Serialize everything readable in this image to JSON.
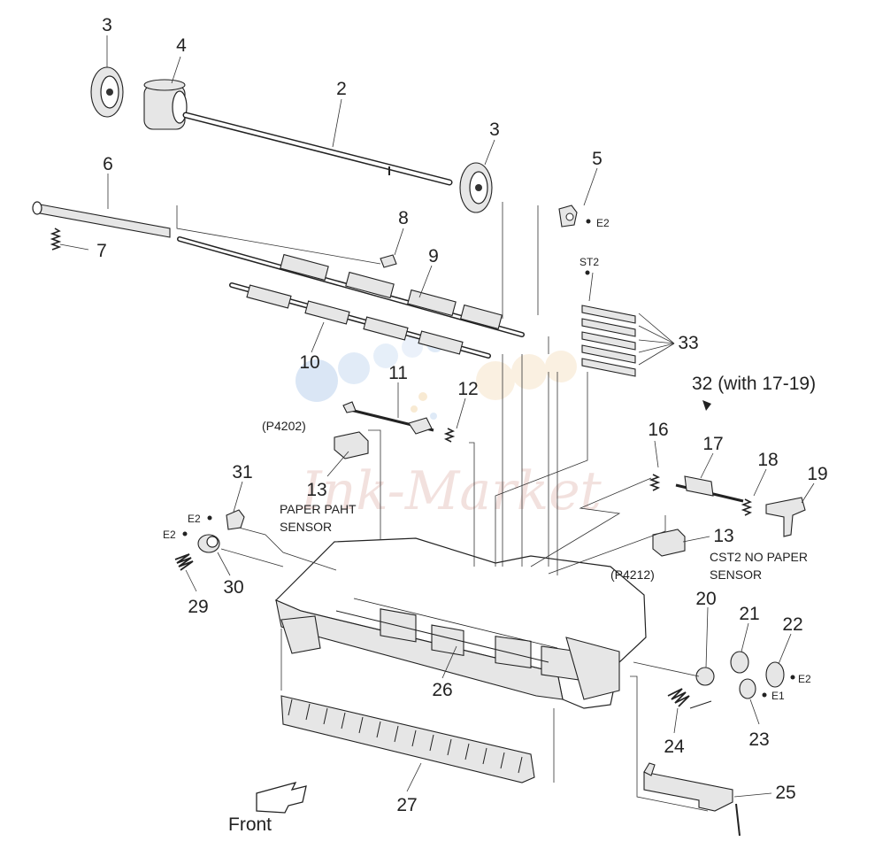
{
  "watermark": "Ink-Market",
  "front_label": "Front",
  "point_labels": {
    "st2": "ST2",
    "e2": "E2",
    "e1": "E1"
  },
  "sensor_labels": {
    "p4202": "(P4202)",
    "p4212": "(P4212)",
    "paper_path_line1": "PAPER PAHT",
    "paper_path_line2": "SENSOR",
    "cst2_line1": "CST2 NO PAPER",
    "cst2_line2": "SENSOR"
  },
  "assembly_note": "32 (with 17-19)",
  "part_numbers": {
    "p3a": "3",
    "p4": "4",
    "p2": "2",
    "p3b": "3",
    "p5": "5",
    "p6": "6",
    "p7": "7",
    "p8": "8",
    "p9": "9",
    "p10": "10",
    "p11": "11",
    "p12": "12",
    "p13a": "13",
    "p13b": "13",
    "p16": "16",
    "p17": "17",
    "p18": "18",
    "p19": "19",
    "p20": "20",
    "p21": "21",
    "p22": "22",
    "p23": "23",
    "p24": "24",
    "p25": "25",
    "p26": "26",
    "p27": "27",
    "p29": "29",
    "p30": "30",
    "p31": "31",
    "p33": "33"
  }
}
